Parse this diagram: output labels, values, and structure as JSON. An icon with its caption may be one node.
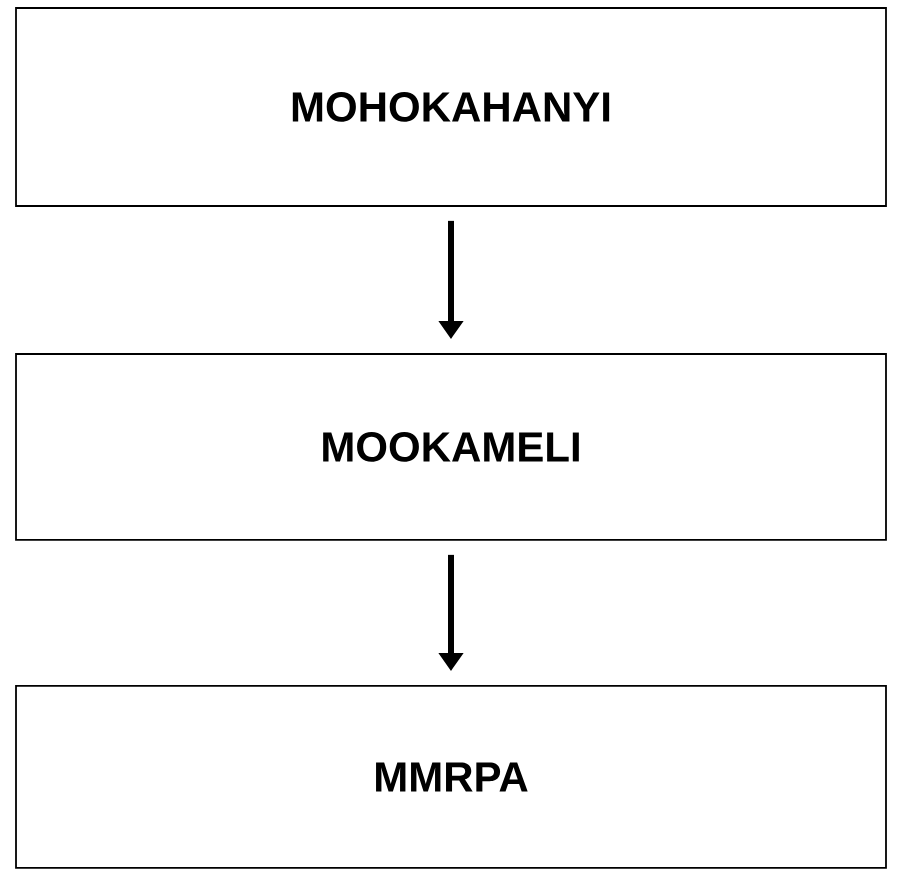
{
  "diagram": {
    "nodes": [
      {
        "text": [
          "MOHOKAHANYI"
        ]
      },
      {
        "text": [
          "MOOKAMELI"
        ]
      },
      {
        "text": [
          "MMRPA"
        ]
      }
    ],
    "edges": [
      {
        "from": 0,
        "to": 1,
        "arrow": "to"
      },
      {
        "from": 1,
        "to": 2,
        "arrow": "to"
      }
    ]
  }
}
